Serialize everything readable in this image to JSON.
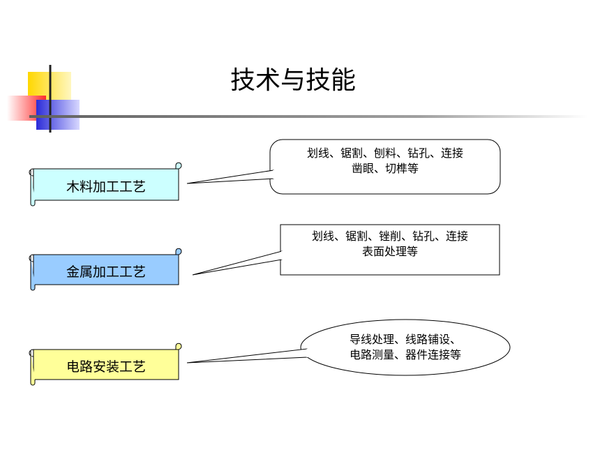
{
  "slide": {
    "title": "技术与技能",
    "colors": {
      "deco_yellow": "#ffd700",
      "deco_red": "#ff2a2a",
      "deco_blue": "#2b2bd8",
      "rule": "#8a8a8a",
      "wood_fill": "#ccffff",
      "metal_fill": "#99ccff",
      "circuit_fill": "#ffff99"
    },
    "items": [
      {
        "label": "木料加工工艺",
        "callout_line1": "划线、锯割、刨料、钻孔、连接",
        "callout_line2": "凿眼、切榫等",
        "callout_shape": "rounded-rectangle"
      },
      {
        "label": "金属加工工艺",
        "callout_line1": "划线、锯割、锉削、钻孔、连接",
        "callout_line2": "表面处理等",
        "callout_shape": "rectangle"
      },
      {
        "label": "电路安装工艺",
        "callout_line1": "导线处理、线路铺设、",
        "callout_line2": "电路测量、器件连接等",
        "callout_shape": "ellipse"
      }
    ]
  }
}
